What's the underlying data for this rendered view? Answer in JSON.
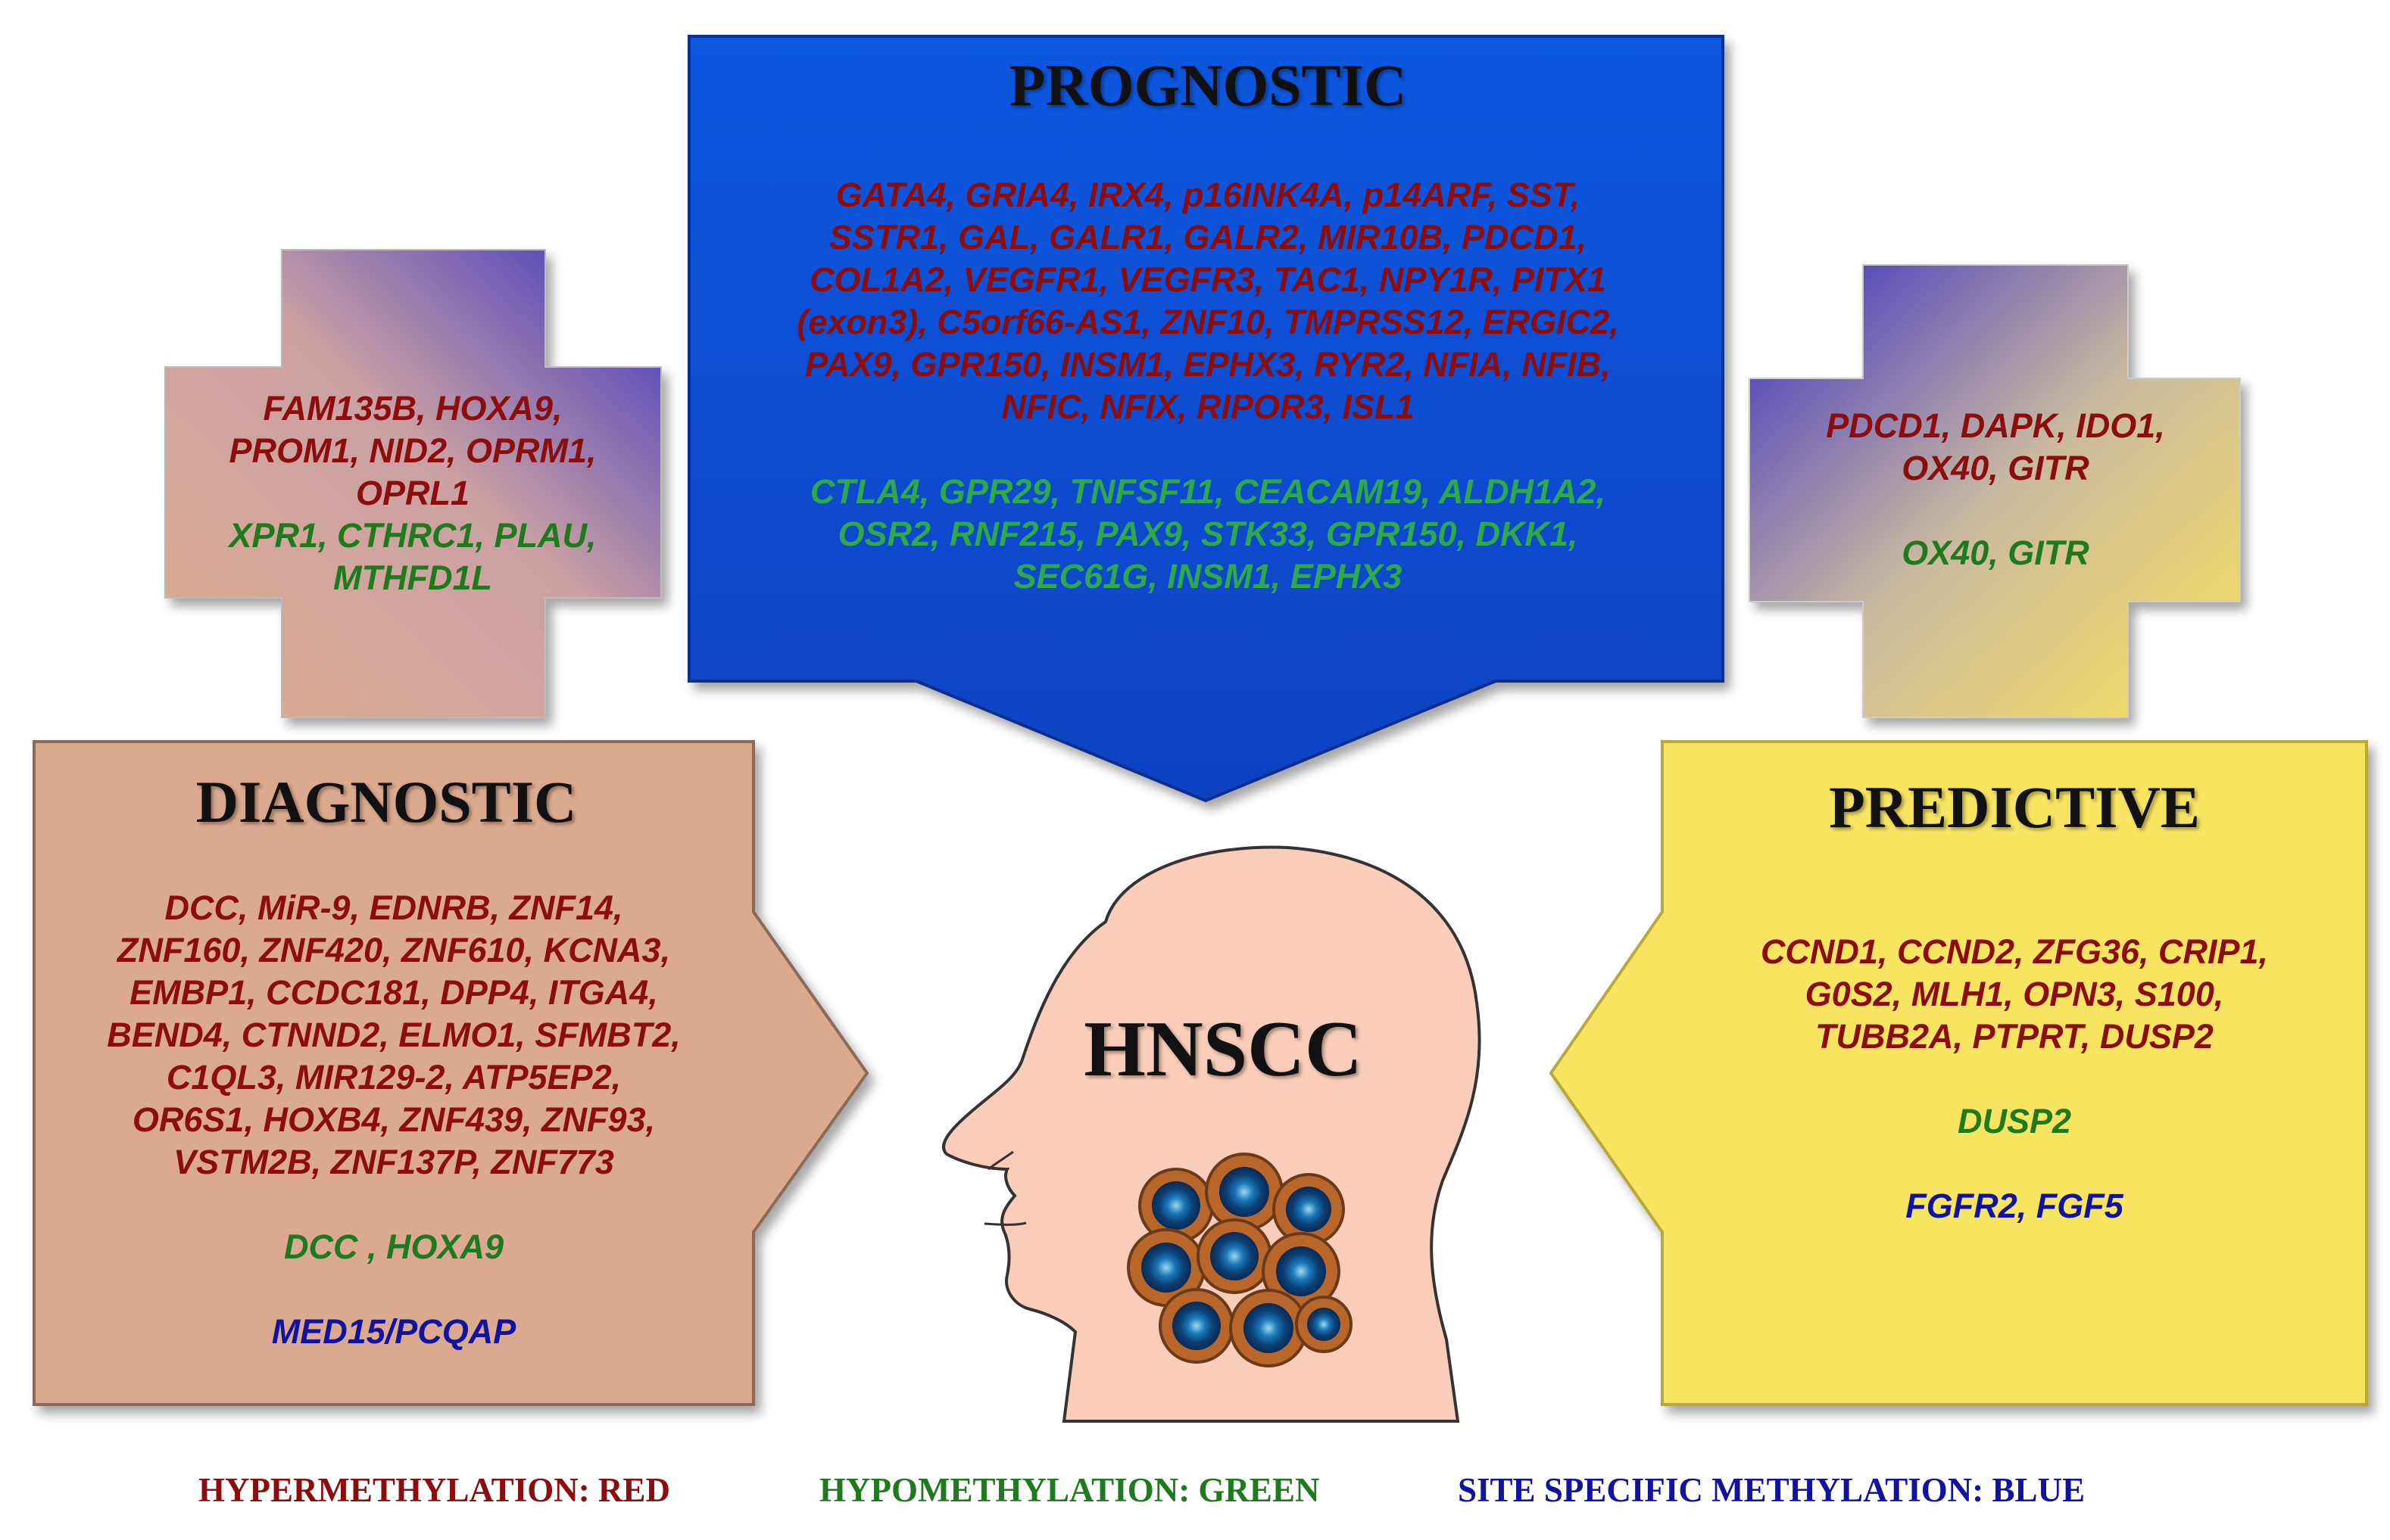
{
  "colors": {
    "hypermethylation": "#8b0d0d",
    "hypomethylation": "#1f7a1f",
    "site_specific": "#0f13a0",
    "prognostic_box": "#0d4fd6",
    "diagnostic_box": "#dba98e",
    "predictive_box": "#f7e461"
  },
  "prognostic": {
    "title": "PROGNOSTIC",
    "hyper_lines": [
      "GATA4, GRIA4, IRX4, p16INK4A, p14ARF, SST,",
      "SSTR1, GAL, GALR1,  GALR2, MIR10B, PDCD1,",
      "COL1A2,   VEGFR1, VEGFR3, TAC1, NPY1R, PITX1",
      "(exon3), C5orf66-AS1, ZNF10, TMPRSS12, ERGIC2,",
      "PAX9, GPR150, INSM1, EPHX3, RYR2, NFIA, NFIB,",
      "NFIC, NFIX, RIPOR3, ISL1"
    ],
    "hypo_lines": [
      "CTLA4, GPR29, TNFSF11, CEACAM19, ALDH1A2,",
      "OSR2,  RNF215, PAX9, STK33, GPR150, DKK1,",
      "SEC61G, INSM1, EPHX3"
    ]
  },
  "diagnostic_plus": {
    "hyper_lines": [
      "FAM135B, HOXA9,",
      "PROM1, NID2, OPRM1,",
      "OPRL1"
    ],
    "hypo_lines": [
      "XPR1, CTHRC1, PLAU,",
      "MTHFD1L"
    ]
  },
  "predictive_plus": {
    "hyper_lines": [
      "PDCD1, DAPK, IDO1,",
      "OX40, GITR"
    ],
    "hypo_lines": [
      "OX40, GITR"
    ]
  },
  "diagnostic": {
    "title": "DIAGNOSTIC",
    "hyper_lines": [
      "DCC, MiR-9, EDNRB, ZNF14,",
      "ZNF160, ZNF420,  ZNF610, KCNA3,",
      "EMBP1, CCDC181, DPP4, ITGA4,",
      "BEND4, CTNND2, ELMO1, SFMBT2,",
      "C1QL3, MIR129-2, ATP5EP2,",
      "OR6S1, HOXB4, ZNF439, ZNF93,",
      "VSTM2B, ZNF137P, ZNF773"
    ],
    "hypo_lines": [
      "DCC , HOXA9"
    ],
    "site_lines": [
      "MED15/PCQAP"
    ]
  },
  "predictive": {
    "title": "PREDICTIVE",
    "hyper_lines": [
      "CCND1, CCND2, ZFG36, CRIP1,",
      "G0S2, MLH1, OPN3, S100,",
      "TUBB2A, PTPRT, DUSP2"
    ],
    "hypo_lines": [
      "DUSP2"
    ],
    "site_lines": [
      "FGFR2, FGF5"
    ]
  },
  "center": {
    "title": "HNSCC",
    "tumor_icon": "tumor-cells-icon",
    "head_icon": "head-profile-icon"
  },
  "legend": {
    "hyper": "HYPERMETHYLATION: RED",
    "hypo": "HYPOMETHYLATION: GREEN",
    "site": "SITE SPECIFIC METHYLATION: BLUE"
  }
}
